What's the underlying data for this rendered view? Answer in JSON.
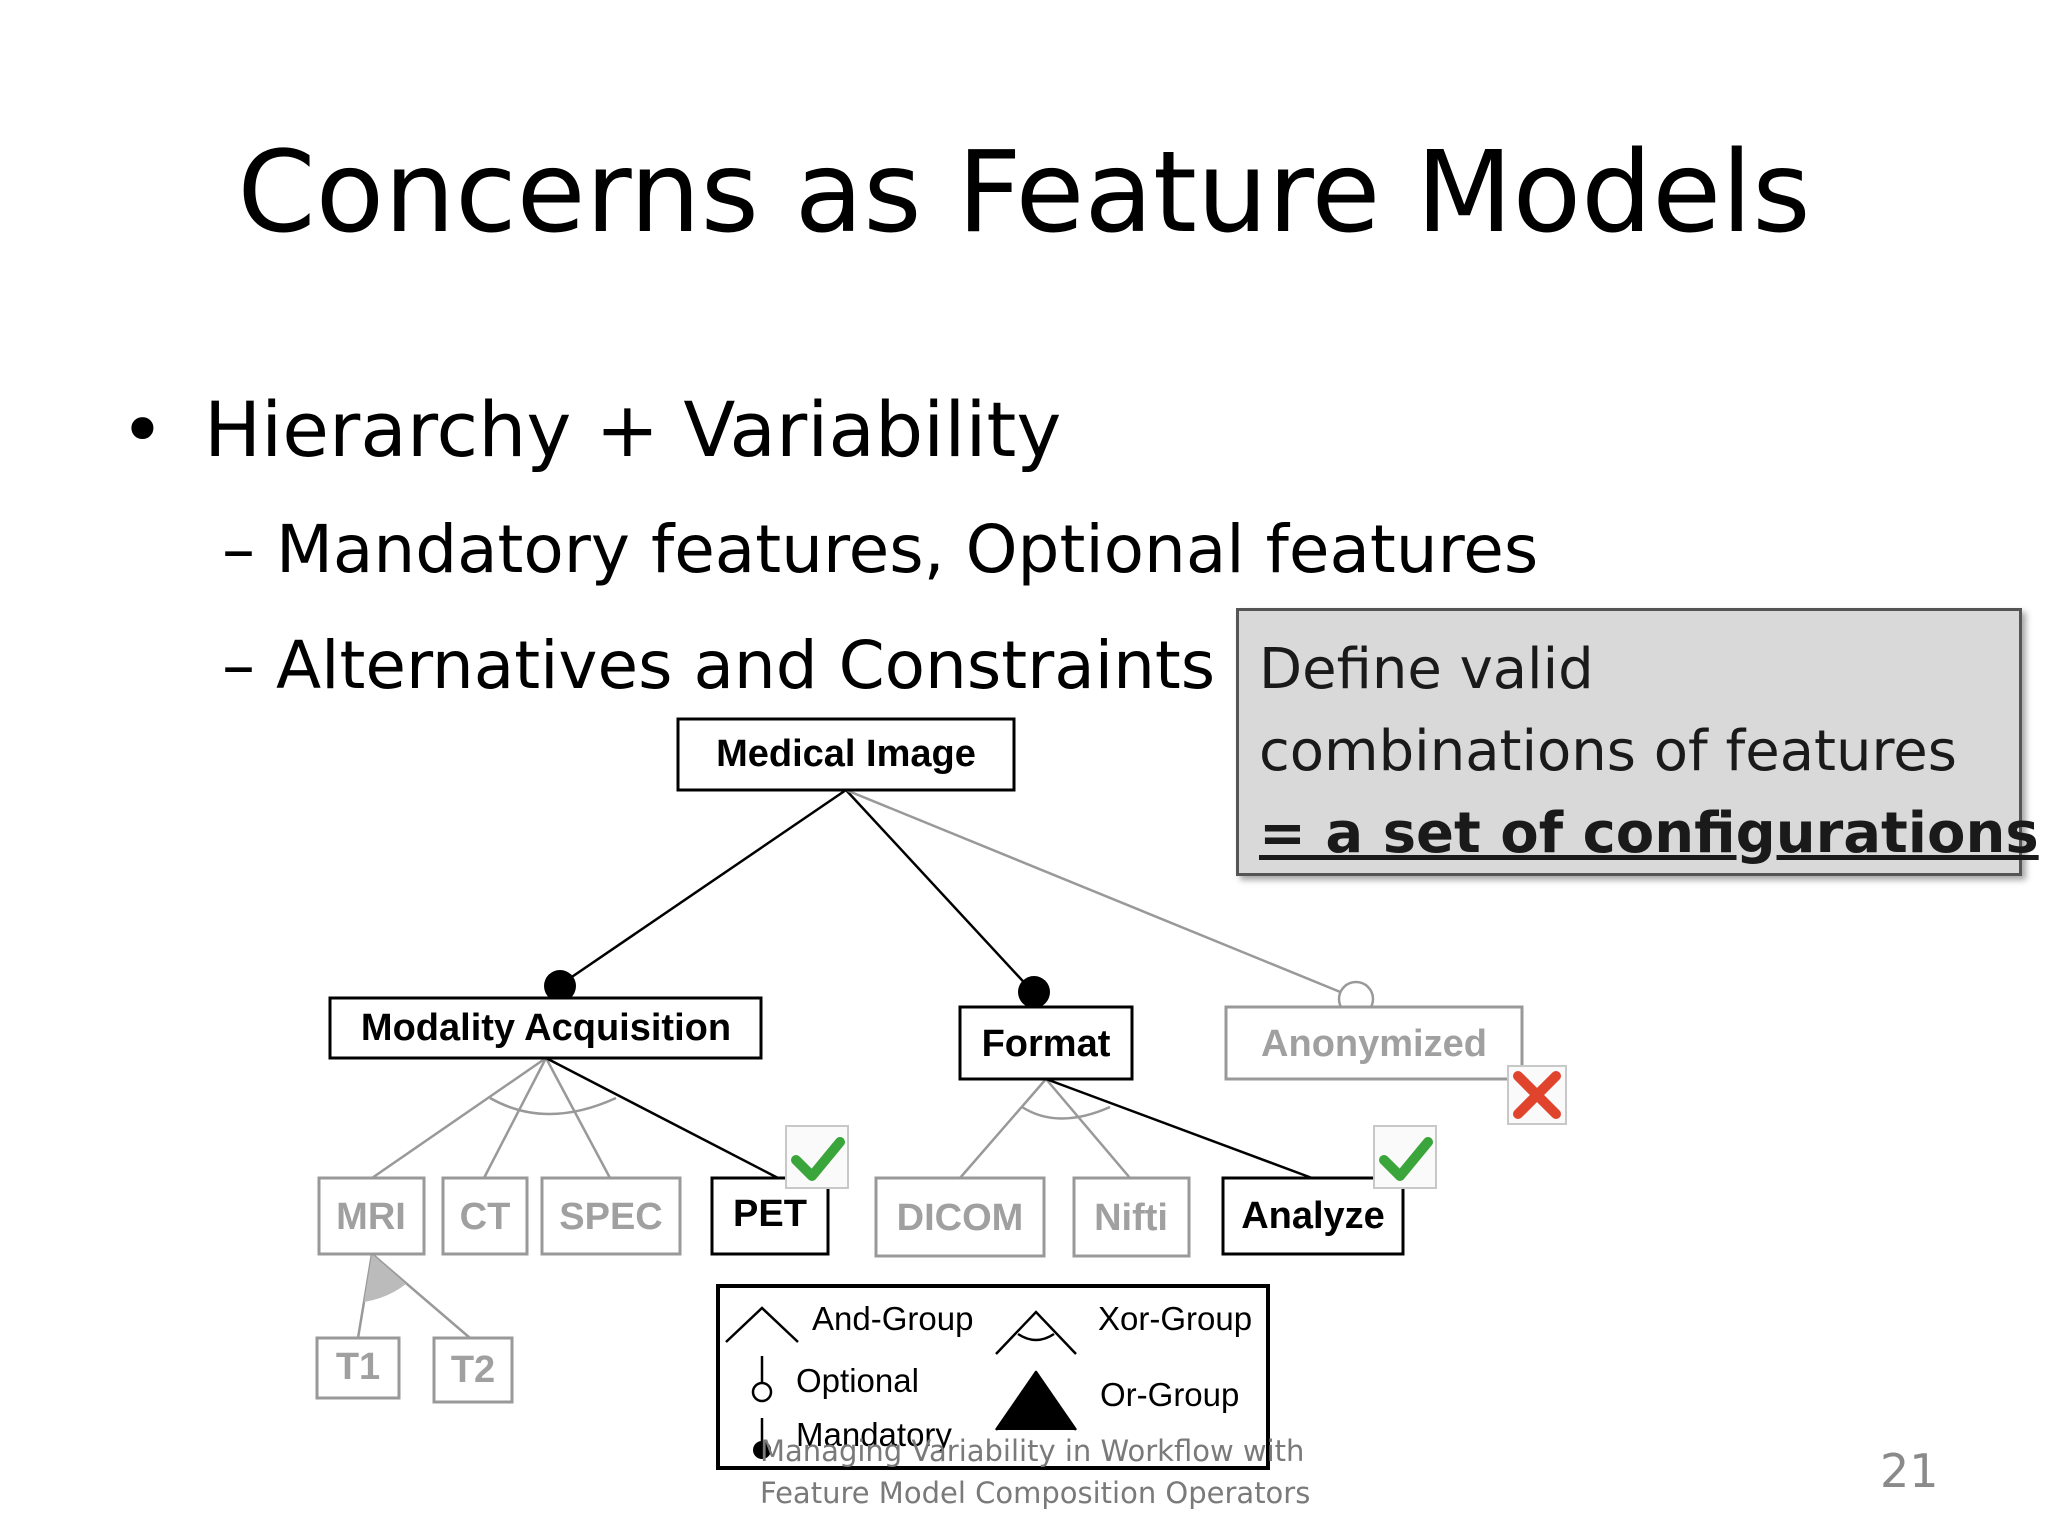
{
  "slide": {
    "title": "Concerns as Feature Models",
    "bullet": "Hierarchy + Variability",
    "bullet_marker": "•",
    "sub_items": [
      "– Mandatory features, Optional features",
      "– Alternatives and Constraints"
    ],
    "callout": {
      "line1": "Define valid",
      "line2": "combinations of features",
      "line3": "= a set of configurations"
    },
    "footer": {
      "line1": "Managing Variability in Workflow with",
      "line2": "Feature Model Composition Operators"
    },
    "page_number": "21"
  },
  "diagram": {
    "root": "Medical Image",
    "features": {
      "modality": "Modality Acquisition",
      "format": "Format",
      "anonymized": "Anonymized",
      "mri": "MRI",
      "ct": "CT",
      "spec": "SPEC",
      "pet": "PET",
      "dicom": "DICOM",
      "nifti": "Nifti",
      "analyze": "Analyze",
      "t1": "T1",
      "t2": "T2"
    },
    "selected": [
      "PET",
      "Analyze"
    ],
    "deselected": [
      "Anonymized"
    ],
    "legend": {
      "and_group": "And-Group",
      "xor_group": "Xor-Group",
      "optional": "Optional",
      "or_group": "Or-Group",
      "mandatory": "Mandatory"
    },
    "colors": {
      "selected_check": "#3aa53a",
      "deselected_cross": "#e0442c",
      "inactive": "#a0a0a0",
      "active": "#000000"
    }
  }
}
